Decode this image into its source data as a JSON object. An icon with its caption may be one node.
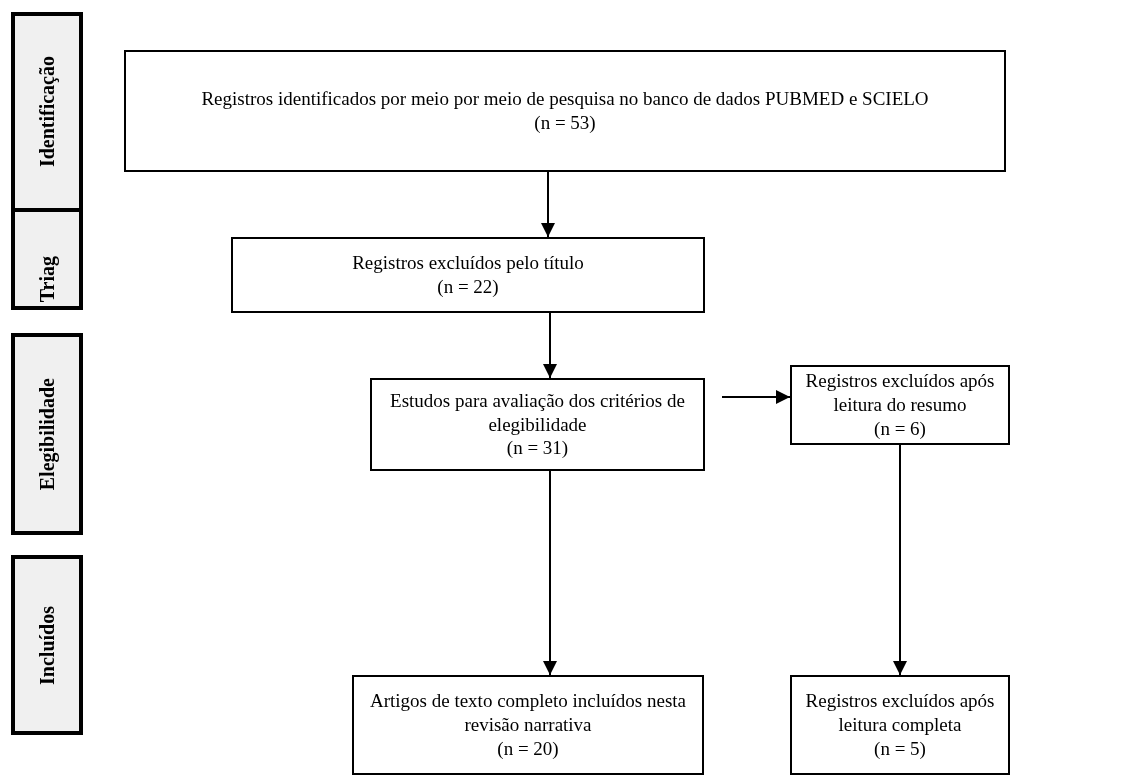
{
  "diagram": {
    "nodes": [
      {
        "text": [
          "Triag"
        ]
      },
      {
        "text": [
          "Identificação"
        ]
      },
      {
        "text": [
          "Elegibilidade"
        ]
      },
      {
        "text": [
          "Incluídos"
        ]
      },
      {
        "text": [
          "Registros identificados por meio por meio de pesquisa no banco de dados PUBMED e SCIELO",
          "(n = 53)"
        ]
      },
      {
        "text": [
          "Registros excluídos pelo título",
          "(n = 22)"
        ]
      },
      {
        "text": [
          "Registros excluídos após leitura do resumo",
          "(n = 6)"
        ]
      },
      {
        "text": [
          "Estudos para avaliação dos critérios de elegibilidade",
          "(n = 31)"
        ]
      },
      {
        "text": [
          "Artigos de texto completo incluídos nesta revisão narrativa",
          "(n = 20)"
        ]
      },
      {
        "text": [
          "Registros excluídos após leitura completa",
          "(n = 5)"
        ]
      }
    ],
    "edges": [
      {
        "from": 4,
        "to": 5,
        "arrow": "to"
      },
      {
        "from": 5,
        "to": 7,
        "arrow": "to"
      },
      {
        "from": null,
        "to": 6,
        "arrow": "to"
      },
      {
        "from": 7,
        "to": 8,
        "arrow": "to"
      },
      {
        "from": 6,
        "to": 9,
        "arrow": "to"
      }
    ]
  }
}
